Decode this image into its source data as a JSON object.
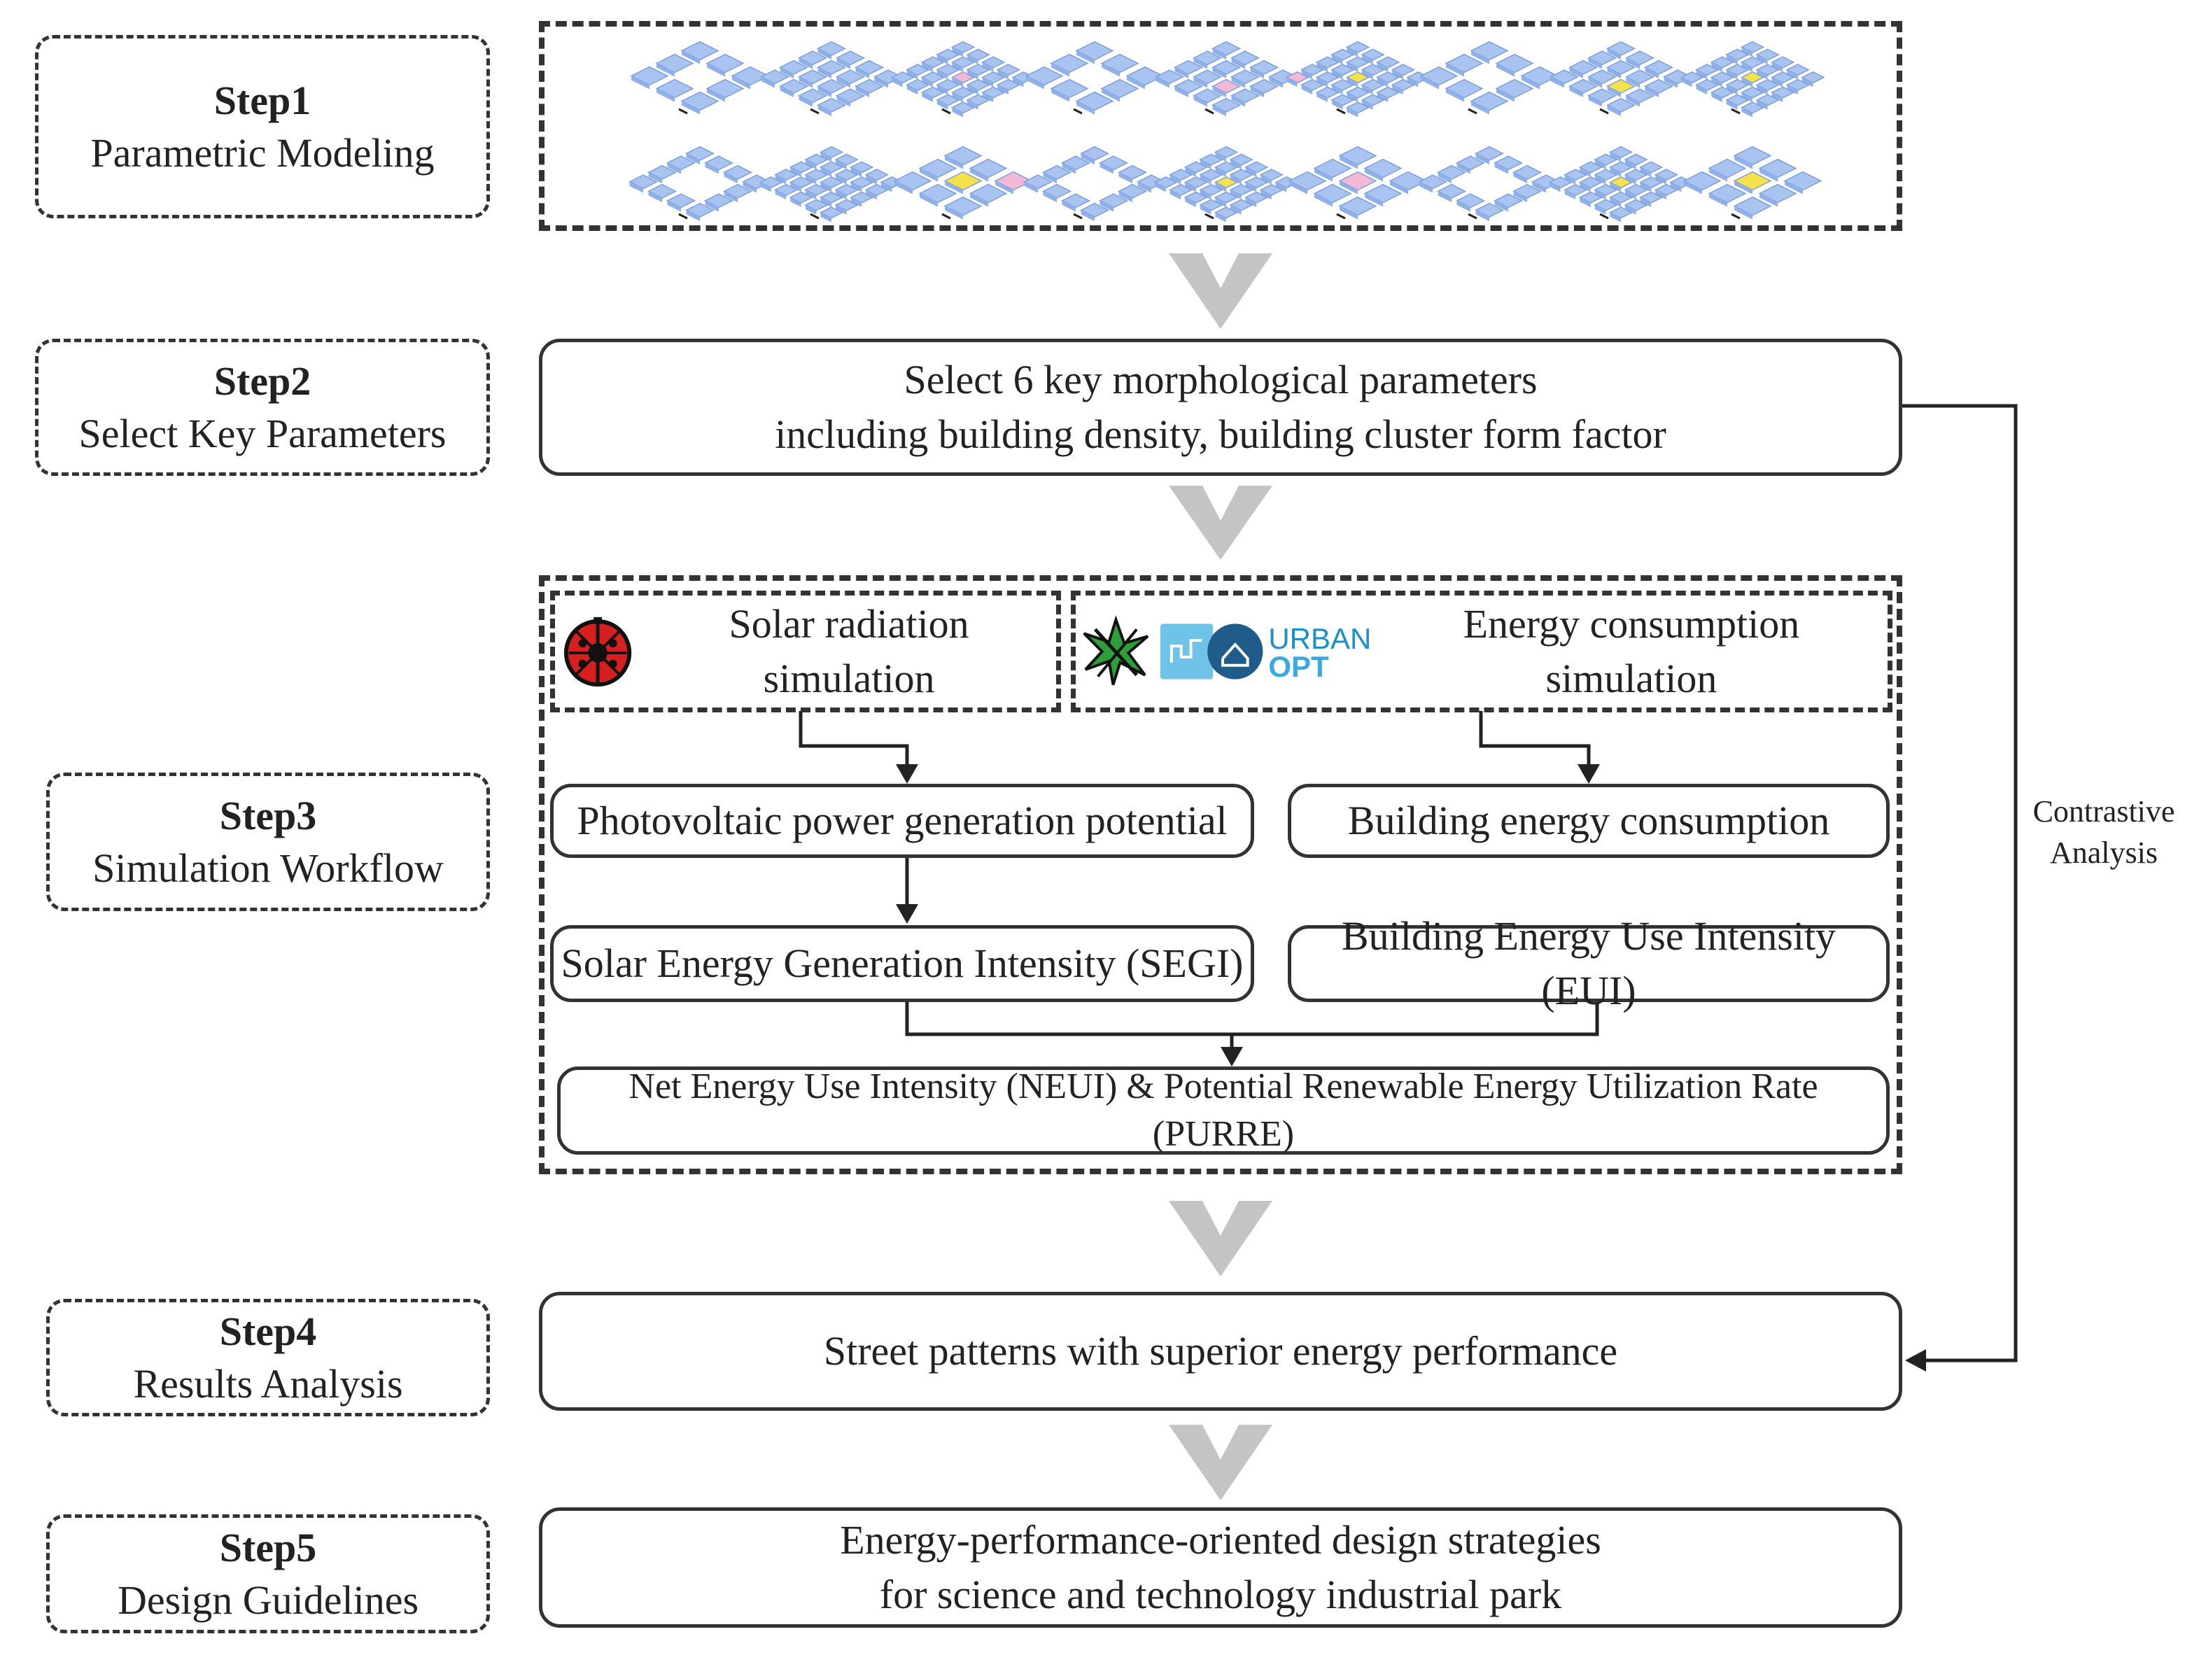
{
  "steps": [
    {
      "num": "Step1",
      "name": "Parametric Modeling"
    },
    {
      "num": "Step2",
      "name": "Select Key Parameters"
    },
    {
      "num": "Step3",
      "name": "Simulation Workflow"
    },
    {
      "num": "Step4",
      "name": "Results Analysis"
    },
    {
      "num": "Step5",
      "name": "Design Guidelines"
    }
  ],
  "step2_box": {
    "line1": "Select 6 key morphological parameters",
    "line2": "including building density, building cluster form factor"
  },
  "step3": {
    "solar_sim": "Solar radiation simulation",
    "energy_sim": "Energy consumption simulation",
    "urbanopt_logo": {
      "line1": "URBAN",
      "line2": "OPT"
    },
    "pv_potential": "Photovoltaic power generation potential",
    "building_energy": "Building energy consumption",
    "segi": "Solar Energy Generation Intensity (SEGI)",
    "eui": "Building Energy Use Intensity (EUI)",
    "neui": "Net Energy Use Intensity (NEUI) & Potential Renewable Energy Utilization Rate (PURRE)"
  },
  "step4_box": "Street patterns with superior energy performance",
  "step5_box": {
    "line1": "Energy-performance-oriented design strategies",
    "line2": "for science and technology industrial park"
  },
  "contrastive": {
    "line1": "Contrastive",
    "line2": "Analysis"
  },
  "icons": {
    "ladybug": "ladybug-icon",
    "honeybee": "honeybee-icon",
    "urbanopt": "urbanopt-logo",
    "chevron": "chevron-down-icon"
  },
  "colors": {
    "thumb_blue": "#a9c4f0",
    "thumb_pink": "#f3b8d6",
    "thumb_yellow": "#f5e24a",
    "arrow_gray": "#c4c4c4",
    "ladybug_red": "#d61f1f",
    "honeybee_green": "#2e9e3a",
    "urbanopt_blue": "#1b8fc9"
  }
}
